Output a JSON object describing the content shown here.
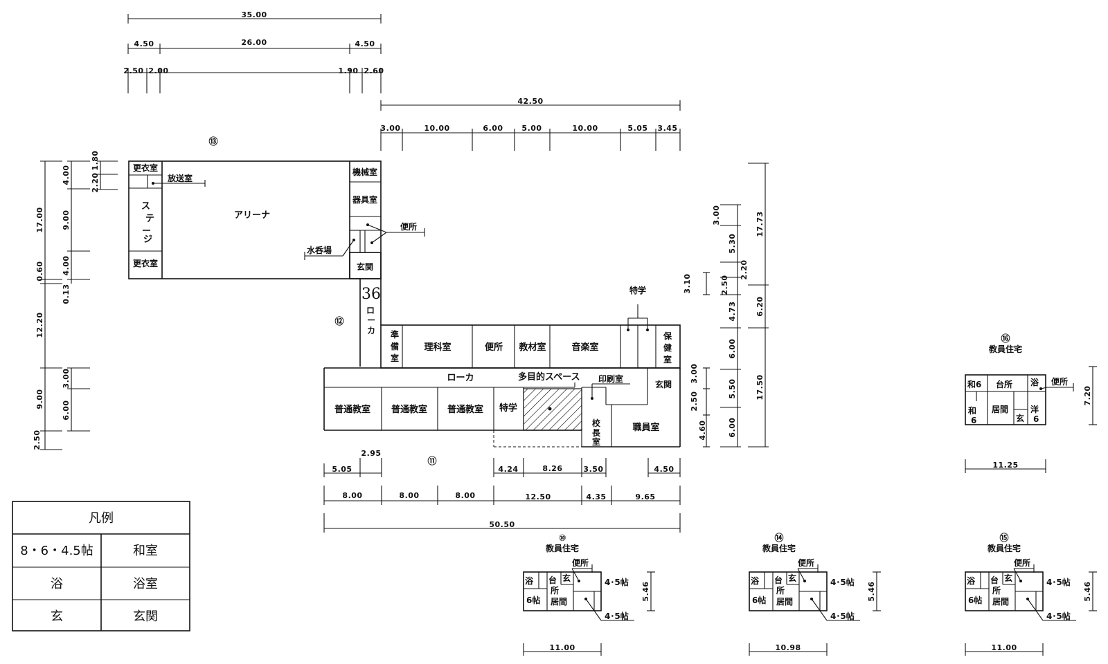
{
  "buildings": {
    "b13": "⑬",
    "b12": "⑫",
    "b11": "⑪",
    "b10": "⑩",
    "b14": "⑭",
    "b15": "⑮",
    "b16": "⑯"
  },
  "rooms": {
    "kouishitsu": "更衣室",
    "housoushitsu": "放送室",
    "stage": "ステージ",
    "arena": "アリーナ",
    "kikaishitsu": "機械室",
    "kigushitsu": "器具室",
    "benjo": "便所",
    "mizunomiba": "水呑場",
    "genkan": "玄関",
    "rouka": "ローカ",
    "handwritten_36": "36",
    "jumbishitsu": "準備室",
    "rikashitsu": "理科室",
    "kyozaishitsu": "教材室",
    "ongakushitsu": "音楽室",
    "hokenshitsu": "保健室",
    "tokugaku": "特学",
    "mokuteki": "多目的スペース",
    "insatsushitsu": "印刷室",
    "futsu": "普通教室",
    "kouchoushitsu": "校長室",
    "shokuinshitsu": "職員室",
    "kyouin": "教員住宅",
    "yoku": "浴",
    "dai": "台",
    "sho": "所",
    "daisho": "台所",
    "gen": "玄",
    "roku_jo": "6帖",
    "kyoma": "居間",
    "yonhan_jo": "4･5帖",
    "wa6": "和6",
    "wa": "和",
    "yo": "洋",
    "six": "6"
  },
  "dims_top": {
    "d3500": "35.00",
    "d450": "4.50",
    "d2600": "26.00",
    "d250": "2.50",
    "d200": "2.00",
    "d190": "1.90",
    "d260": "2.60",
    "d4250": "42.50",
    "d300": "3.00",
    "d1000": "10.00",
    "d600": "6.00",
    "d500": "5.00",
    "d505": "5.05",
    "d345": "3.45"
  },
  "dims_left": {
    "d180": "1.80",
    "d220": "2.20",
    "d400": "4.00",
    "d900": "9.00",
    "d1700": "17.00",
    "d060": "0.60",
    "d013": "0.13",
    "d1220": "12.20",
    "d300": "3.00",
    "d600": "6.00",
    "d250": "2.50"
  },
  "dims_right": {
    "d300": "3.00",
    "d530": "5.30",
    "d310": "3.10",
    "d250": "2.50",
    "d220": "2.20",
    "d473": "4.73",
    "d1773": "17.73",
    "d620": "6.20",
    "d600": "6.00",
    "d550": "5.50",
    "d1750": "17.50",
    "d460": "4.60"
  },
  "dims_bottom": {
    "d295": "2.95",
    "d505": "5.05",
    "d424": "4.24",
    "d826": "8.26",
    "d350": "3.50",
    "d450": "4.50",
    "d800": "8.00",
    "d1250": "12.50",
    "d435": "4.35",
    "d965": "9.65",
    "d5050": "50.50"
  },
  "dims_houses": {
    "d546": "5.46",
    "d1100": "11.00",
    "d1098": "10.98",
    "d720": "7.20",
    "d1125": "11.25"
  },
  "legend": {
    "title": "凡例",
    "rows": [
      {
        "symbol": "8・6・4.5帖",
        "meaning": "和室"
      },
      {
        "symbol": "浴",
        "meaning": "浴室"
      },
      {
        "symbol": "玄",
        "meaning": "玄関"
      }
    ]
  }
}
